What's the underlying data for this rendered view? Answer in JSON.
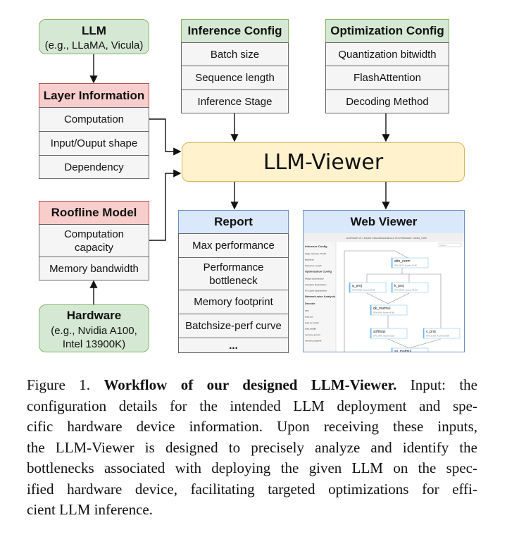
{
  "llm": {
    "title": "LLM",
    "subtitle": "(e.g., LLaMA, Vicula)"
  },
  "layer_info": {
    "title": "Layer Information",
    "rows": [
      "Computation",
      "Input/Ouput shape",
      "Dependency"
    ]
  },
  "roofline": {
    "title": "Roofline Model",
    "rows": [
      "Computation capacity",
      "Memory bandwidth"
    ]
  },
  "hardware": {
    "title": "Hardware",
    "subtitle": "(e.g., Nvidia A100, Intel 13900K)"
  },
  "inference_config": {
    "title": "Inference Config",
    "rows": [
      "Batch size",
      "Sequence length",
      "Inference Stage"
    ]
  },
  "optimization_config": {
    "title": "Optimization Config",
    "rows": [
      "Quantization bitwidth",
      "FlashAttention",
      "Decoding Method"
    ]
  },
  "viewer": {
    "title": "LLM-Viewer"
  },
  "report": {
    "title": "Report",
    "rows": [
      "Max performance",
      "Performance bottleneck",
      "Memory footprint",
      "Batchsize-perf curve",
      "..."
    ]
  },
  "web_viewer": {
    "title": "Web Viewer",
    "topbar": "LLMViewer v0.1 Model: meta-llama/Llama-2-7b-hf  Hardware: nvidia_V100",
    "search_placeholder": "Search",
    "sidebar": [
      "Inference Config",
      "Stage: Decode / Prefill",
      "Batchsize",
      "Sequence Length",
      "Optimization Config",
      "Weight Quantization",
      "Activation Quantization",
      "KV Cache Quantization",
      "Network-wise Analysis",
      "Decode",
      "OPs",
      "load_act",
      "load_kv_cache",
      "load_weight",
      "memory_access",
      "memory_footprint"
    ],
    "nodes": [
      {
        "name": "attn_norm",
        "info": "OPs:28.7K, Access:16.4K"
      },
      {
        "name": "q_proj",
        "info": "OPs:33.6M, Access:33.6M"
      },
      {
        "name": "k_proj",
        "info": "OPs:33.6M, Access:33.6M"
      },
      {
        "name": "qk_matmul",
        "info": "OPs:8.4M, Access:8.5M"
      },
      {
        "name": "softmax",
        "info": "OPs:164K, Access:131K"
      },
      {
        "name": "v_proj",
        "info": "OPs:33.6M, Access:33.6M"
      },
      {
        "name": "sv_matmul",
        "info": ""
      }
    ]
  },
  "caption": {
    "lines": [
      [
        "Figure 1. ",
        "Workflow of our designed LLM-Viewer.",
        " Input: the"
      ],
      [
        "configuration details for the intended LLM deployment and spe-"
      ],
      [
        "cific hardware device information.  Upon receiving these inputs,"
      ],
      [
        "the LLM-Viewer is designed to precisely analyze and identify the"
      ],
      [
        "bottlenecks associated with deploying the given LLM on the spec-"
      ],
      [
        "ified hardware device, facilitating targeted optimizations for effi-"
      ],
      [
        "cient LLM inference."
      ]
    ]
  },
  "colors": {
    "green": "#d5e8d4",
    "pink": "#f8cecc",
    "blue": "#dae8fc",
    "yellow": "#fff2cc",
    "gray": "#f5f5f5"
  }
}
